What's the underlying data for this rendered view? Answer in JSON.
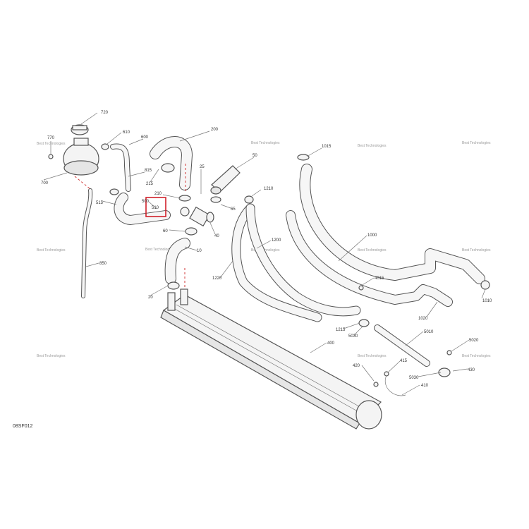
{
  "diagram_code": "08SF012",
  "watermark": "Best Technologies",
  "highlight_color": "#d0202a",
  "parts": {
    "p720": "720",
    "p610": "610",
    "p770": "770",
    "p600": "600",
    "p200": "200",
    "p700": "700",
    "p815": "815",
    "p25": "25",
    "p50": "50",
    "p1015": "1015",
    "p215": "215",
    "p210": "210",
    "p1210": "1210",
    "p515": "515",
    "p500": "500",
    "p510": "510",
    "p65": "65",
    "p40": "40",
    "p60": "60",
    "p10": "10",
    "p1200": "1200",
    "p1000": "1000",
    "p850": "850",
    "p4015": "4015",
    "p1220": "1220",
    "p1010": "1010",
    "p20": "20",
    "p1020": "1020",
    "p1215": "1215",
    "p5030a": "5030",
    "p5010": "5010",
    "p400": "400",
    "p5020": "5020",
    "p420": "420",
    "p415": "415",
    "p5030b": "5030",
    "p430": "430",
    "p410": "410"
  }
}
